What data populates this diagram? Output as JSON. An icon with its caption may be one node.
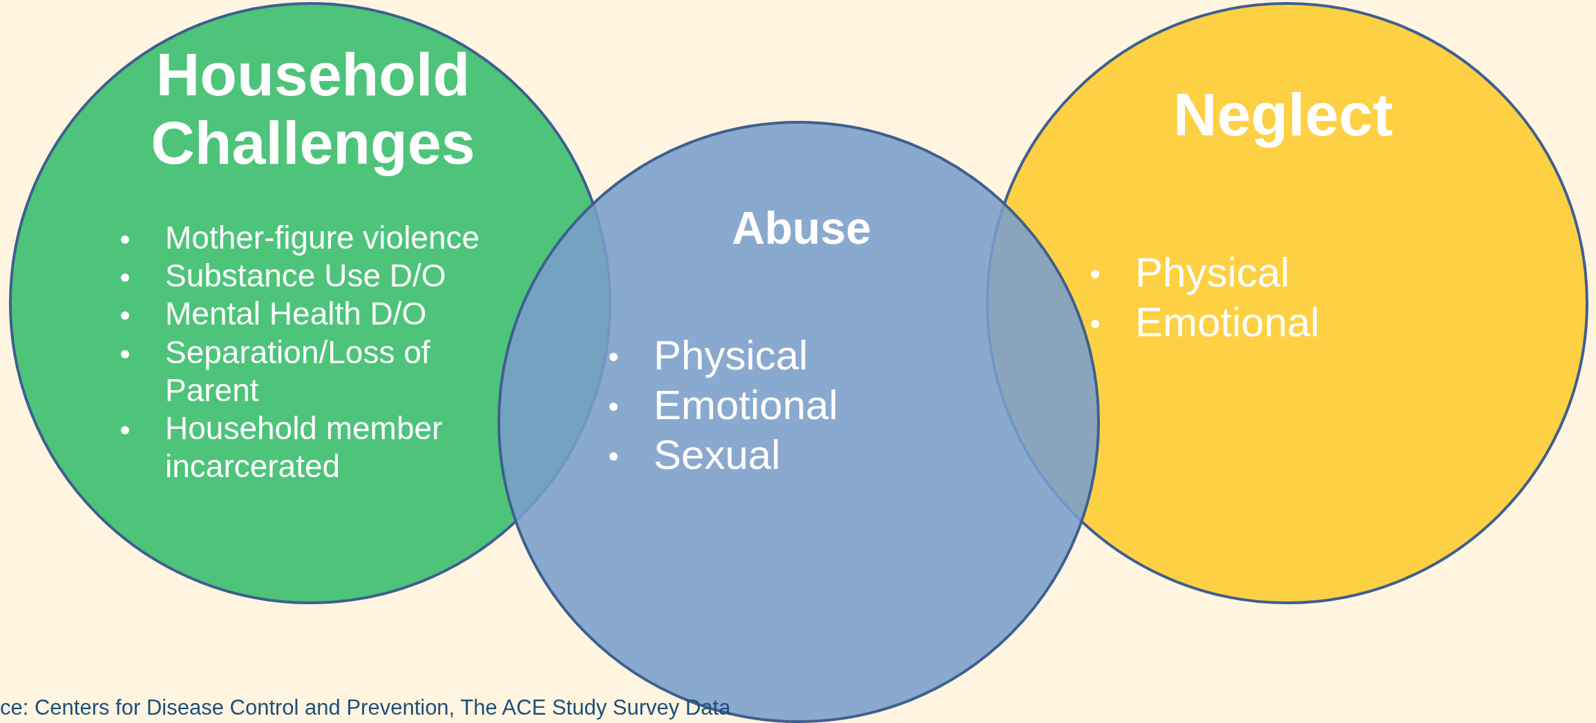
{
  "diagram": {
    "nodes": [
      {
        "text": [
          "Household Challenges",
          "Mother-figure violence",
          "Substance Use D/O",
          "Mental Health D/O",
          "Separation/Loss of Parent",
          "Household member incarcerated"
        ]
      },
      {
        "text": [
          "Neglect",
          "Physical",
          "Emotional"
        ]
      },
      {
        "text": [
          "Abuse",
          "Physical",
          "Emotional",
          "Sexual"
        ]
      }
    ],
    "edges": [],
    "labels": [
      "ce: Centers for Disease Control and Prevention, The ACE Study Survey Data"
    ]
  }
}
